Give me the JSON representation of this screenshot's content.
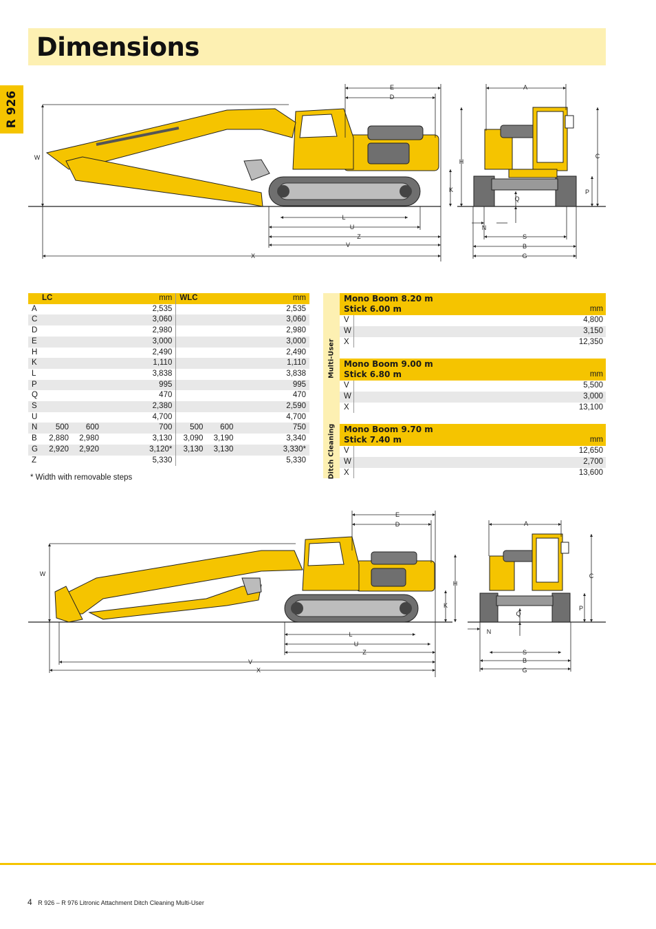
{
  "page_title": "Dimensions",
  "side_tab": "R 926",
  "drawing1_labels": {
    "E": "E",
    "D": "D",
    "W": "W",
    "H": "H",
    "K": "K",
    "L": "L",
    "U": "U",
    "Z": "Z",
    "V": "V",
    "X": "X",
    "A": "A",
    "C": "C",
    "P": "P",
    "Q": "Q",
    "N": "N",
    "S": "S",
    "B": "B",
    "G": "G"
  },
  "drawing2_labels": {
    "E": "E",
    "D": "D",
    "W": "W",
    "H": "H",
    "K": "K",
    "L": "L",
    "U": "U",
    "Z": "Z",
    "V": "V",
    "X": "X",
    "A": "A",
    "C": "C",
    "P": "P",
    "Q": "Q",
    "N": "N",
    "S": "S",
    "B": "B",
    "G": "G"
  },
  "dims_table": {
    "lc": "LC",
    "wlc": "WLC",
    "unit": "mm",
    "rows": [
      {
        "k": "A",
        "lc": [
          "",
          "",
          "2,535"
        ],
        "wlc": [
          "",
          "",
          "2,535"
        ]
      },
      {
        "k": "C",
        "lc": [
          "",
          "",
          "3,060"
        ],
        "wlc": [
          "",
          "",
          "3,060"
        ]
      },
      {
        "k": "D",
        "lc": [
          "",
          "",
          "2,980"
        ],
        "wlc": [
          "",
          "",
          "2,980"
        ]
      },
      {
        "k": "E",
        "lc": [
          "",
          "",
          "3,000"
        ],
        "wlc": [
          "",
          "",
          "3,000"
        ]
      },
      {
        "k": "H",
        "lc": [
          "",
          "",
          "2,490"
        ],
        "wlc": [
          "",
          "",
          "2,490"
        ]
      },
      {
        "k": "K",
        "lc": [
          "",
          "",
          "1,110"
        ],
        "wlc": [
          "",
          "",
          "1,110"
        ]
      },
      {
        "k": "L",
        "lc": [
          "",
          "",
          "3,838"
        ],
        "wlc": [
          "",
          "",
          "3,838"
        ]
      },
      {
        "k": "P",
        "lc": [
          "",
          "",
          "995"
        ],
        "wlc": [
          "",
          "",
          "995"
        ]
      },
      {
        "k": "Q",
        "lc": [
          "",
          "",
          "470"
        ],
        "wlc": [
          "",
          "",
          "470"
        ]
      },
      {
        "k": "S",
        "lc": [
          "",
          "",
          "2,380"
        ],
        "wlc": [
          "",
          "",
          "2,590"
        ]
      },
      {
        "k": "U",
        "lc": [
          "",
          "",
          "4,700"
        ],
        "wlc": [
          "",
          "",
          "4,700"
        ]
      },
      {
        "k": "N",
        "lc": [
          "500",
          "600",
          "700"
        ],
        "wlc": [
          "500",
          "600",
          "750"
        ]
      },
      {
        "k": "B",
        "lc": [
          "2,880",
          "2,980",
          "3,130"
        ],
        "wlc": [
          "3,090",
          "3,190",
          "3,340"
        ]
      },
      {
        "k": "G",
        "lc": [
          "2,920",
          "2,920",
          "3,120*"
        ],
        "wlc": [
          "3,130",
          "3,130",
          "3,330*"
        ]
      },
      {
        "k": "Z",
        "lc": [
          "",
          "",
          "5,330"
        ],
        "wlc": [
          "",
          "",
          "5,330"
        ]
      }
    ],
    "footnote": "* Width with removable steps"
  },
  "multi_user_label": "Multi-User",
  "ditch_cleaning_label": "Ditch Cleaning",
  "booms": [
    {
      "line1": "Mono Boom 8.20 m",
      "line2": "Stick 6.00 m",
      "unit": "mm",
      "rows": [
        {
          "k": "V",
          "v": "4,800"
        },
        {
          "k": "W",
          "v": "3,150"
        },
        {
          "k": "X",
          "v": "12,350"
        }
      ]
    },
    {
      "line1": "Mono Boom 9.00 m",
      "line2": "Stick 6.80 m",
      "unit": "mm",
      "rows": [
        {
          "k": "V",
          "v": "5,500"
        },
        {
          "k": "W",
          "v": "3,000"
        },
        {
          "k": "X",
          "v": "13,100"
        }
      ]
    },
    {
      "line1": "Mono Boom 9.70 m",
      "line2": "Stick 7.40 m",
      "unit": "mm",
      "rows": [
        {
          "k": "V",
          "v": "12,650"
        },
        {
          "k": "W",
          "v": "2,700"
        },
        {
          "k": "X",
          "v": "13,600"
        }
      ]
    }
  ],
  "footer": {
    "page": "4",
    "text": "R 926 – R 976 Litronic Attachment Ditch Cleaning Multi-User"
  },
  "colors": {
    "machine_yellow": "#f5c400",
    "title_band": "#fdf0b2",
    "track_grey": "#8a8a8a"
  }
}
